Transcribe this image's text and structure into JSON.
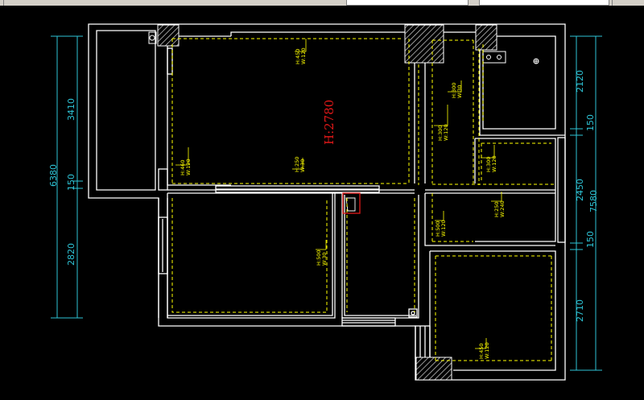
{
  "drawing": {
    "ceiling_height_label": "H:2780",
    "room_labels": [
      {
        "id": "living-main",
        "h": "H:450",
        "w": "W:120"
      },
      {
        "id": "kitchen-vertical",
        "h": "H:300",
        "w": "W:30"
      },
      {
        "id": "corridor-a",
        "h": "H:300",
        "w": "W:120"
      },
      {
        "id": "left-upper",
        "h": "H:460",
        "w": "W:120"
      },
      {
        "id": "center-mid",
        "h": "H:250",
        "w": "W:30"
      },
      {
        "id": "corridor-b",
        "h": "H:300",
        "w": "W:120"
      },
      {
        "id": "right-mid",
        "h": "H:250",
        "w": "W:240"
      },
      {
        "id": "bedroom-wall",
        "h": "H:500",
        "w": "W:30"
      },
      {
        "id": "corridor-c",
        "h": "H:500",
        "w": "W:120"
      },
      {
        "id": "bottom-right",
        "h": "H:450",
        "w": "W:120"
      }
    ],
    "left_dimensions": {
      "total": "6380",
      "upper": "3410",
      "middle": "150",
      "lower": "2820"
    },
    "right_dimensions": {
      "total": "7580",
      "upper": "2120",
      "gap1": "150",
      "middle": "2450",
      "gap2": "150",
      "lower": "2710"
    },
    "colors": {
      "background": "#000000",
      "wall": "#ffffff",
      "light_line": "#ffff00",
      "dimension": "#2ec4d6",
      "ceiling_text": "#e01818",
      "highlight_box": "#e01818"
    }
  }
}
